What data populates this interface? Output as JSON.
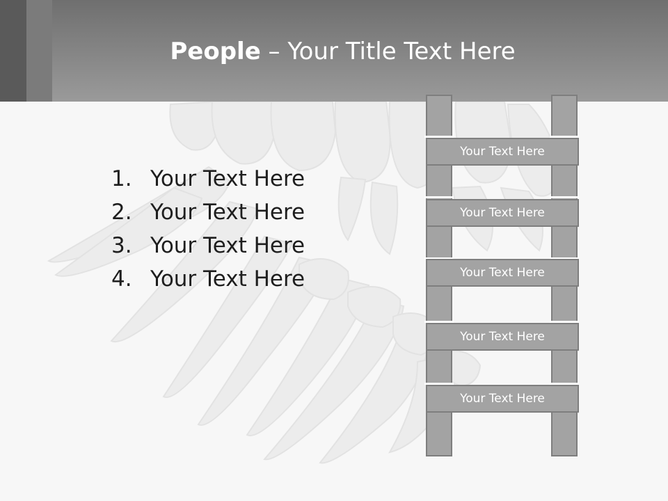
{
  "title": {
    "bold": "People",
    "rest": " – Your Title Text Here"
  },
  "list": [
    {
      "number": "1.",
      "text": "Your Text Here"
    },
    {
      "number": "2.",
      "text": "Your Text Here"
    },
    {
      "number": "3.",
      "text": "Your Text Here"
    },
    {
      "number": "4.",
      "text": "Your Text Here"
    }
  ],
  "ladder": {
    "rungs": [
      {
        "label": "Your Text Here"
      },
      {
        "label": "Your Text Here"
      },
      {
        "label": "Your Text Here"
      },
      {
        "label": "Your Text Here"
      },
      {
        "label": "Your Text Here"
      }
    ]
  },
  "colors": {
    "header": "#8a8a8a",
    "ladder_fill": "#a3a3a3",
    "ladder_border": "#7e7e7e",
    "text": "#1e1e1e"
  },
  "background_image": "teeth-illustration"
}
